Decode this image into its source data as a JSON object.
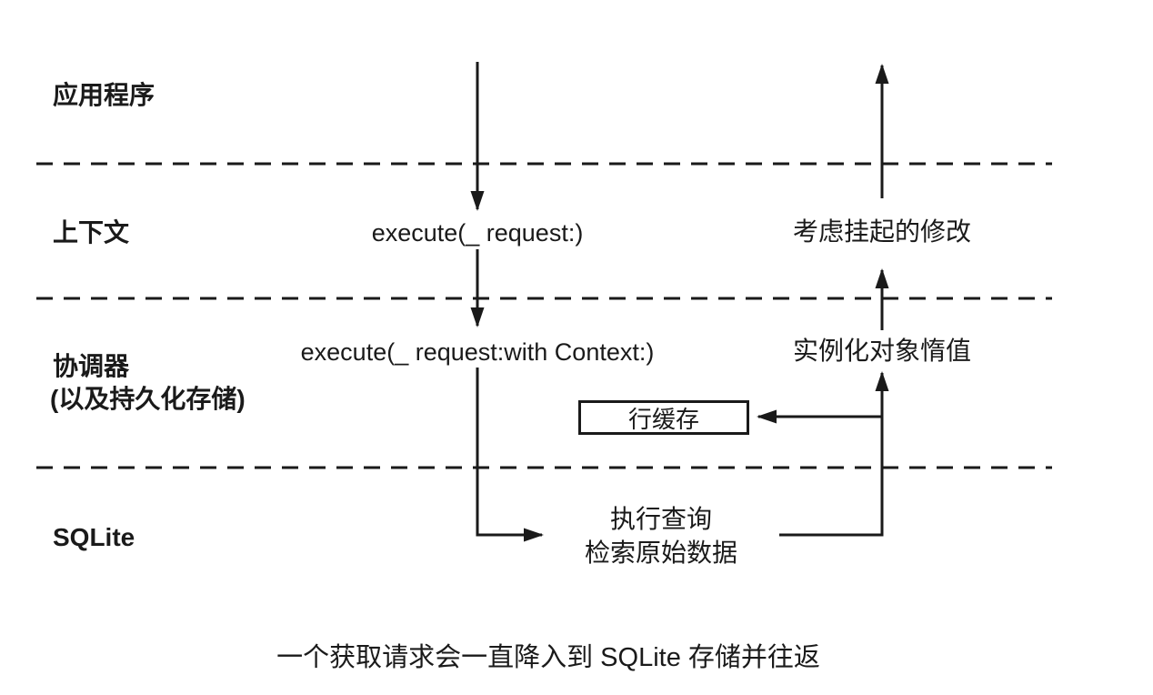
{
  "diagram": {
    "layers": [
      {
        "label": "应用程序"
      },
      {
        "label": "上下文"
      },
      {
        "label": "协调器",
        "sublabel": "(以及持久化存储)"
      },
      {
        "label": "SQLite"
      }
    ],
    "request_path": {
      "context_call": "execute(_ request:)",
      "coordinator_call": "execute(_ request:with Context:)",
      "sqlite_action_line1": "执行查询",
      "sqlite_action_line2": "检索原始数据"
    },
    "response_path": {
      "context_step": "考虑挂起的修改",
      "coordinator_step": "实例化对象惰值",
      "row_cache_label": "行缓存"
    },
    "caption": "一个获取请求会一直降入到 SQLite 存储并往返"
  },
  "colors": {
    "ink": "#1a1a1a",
    "background": "#ffffff"
  }
}
